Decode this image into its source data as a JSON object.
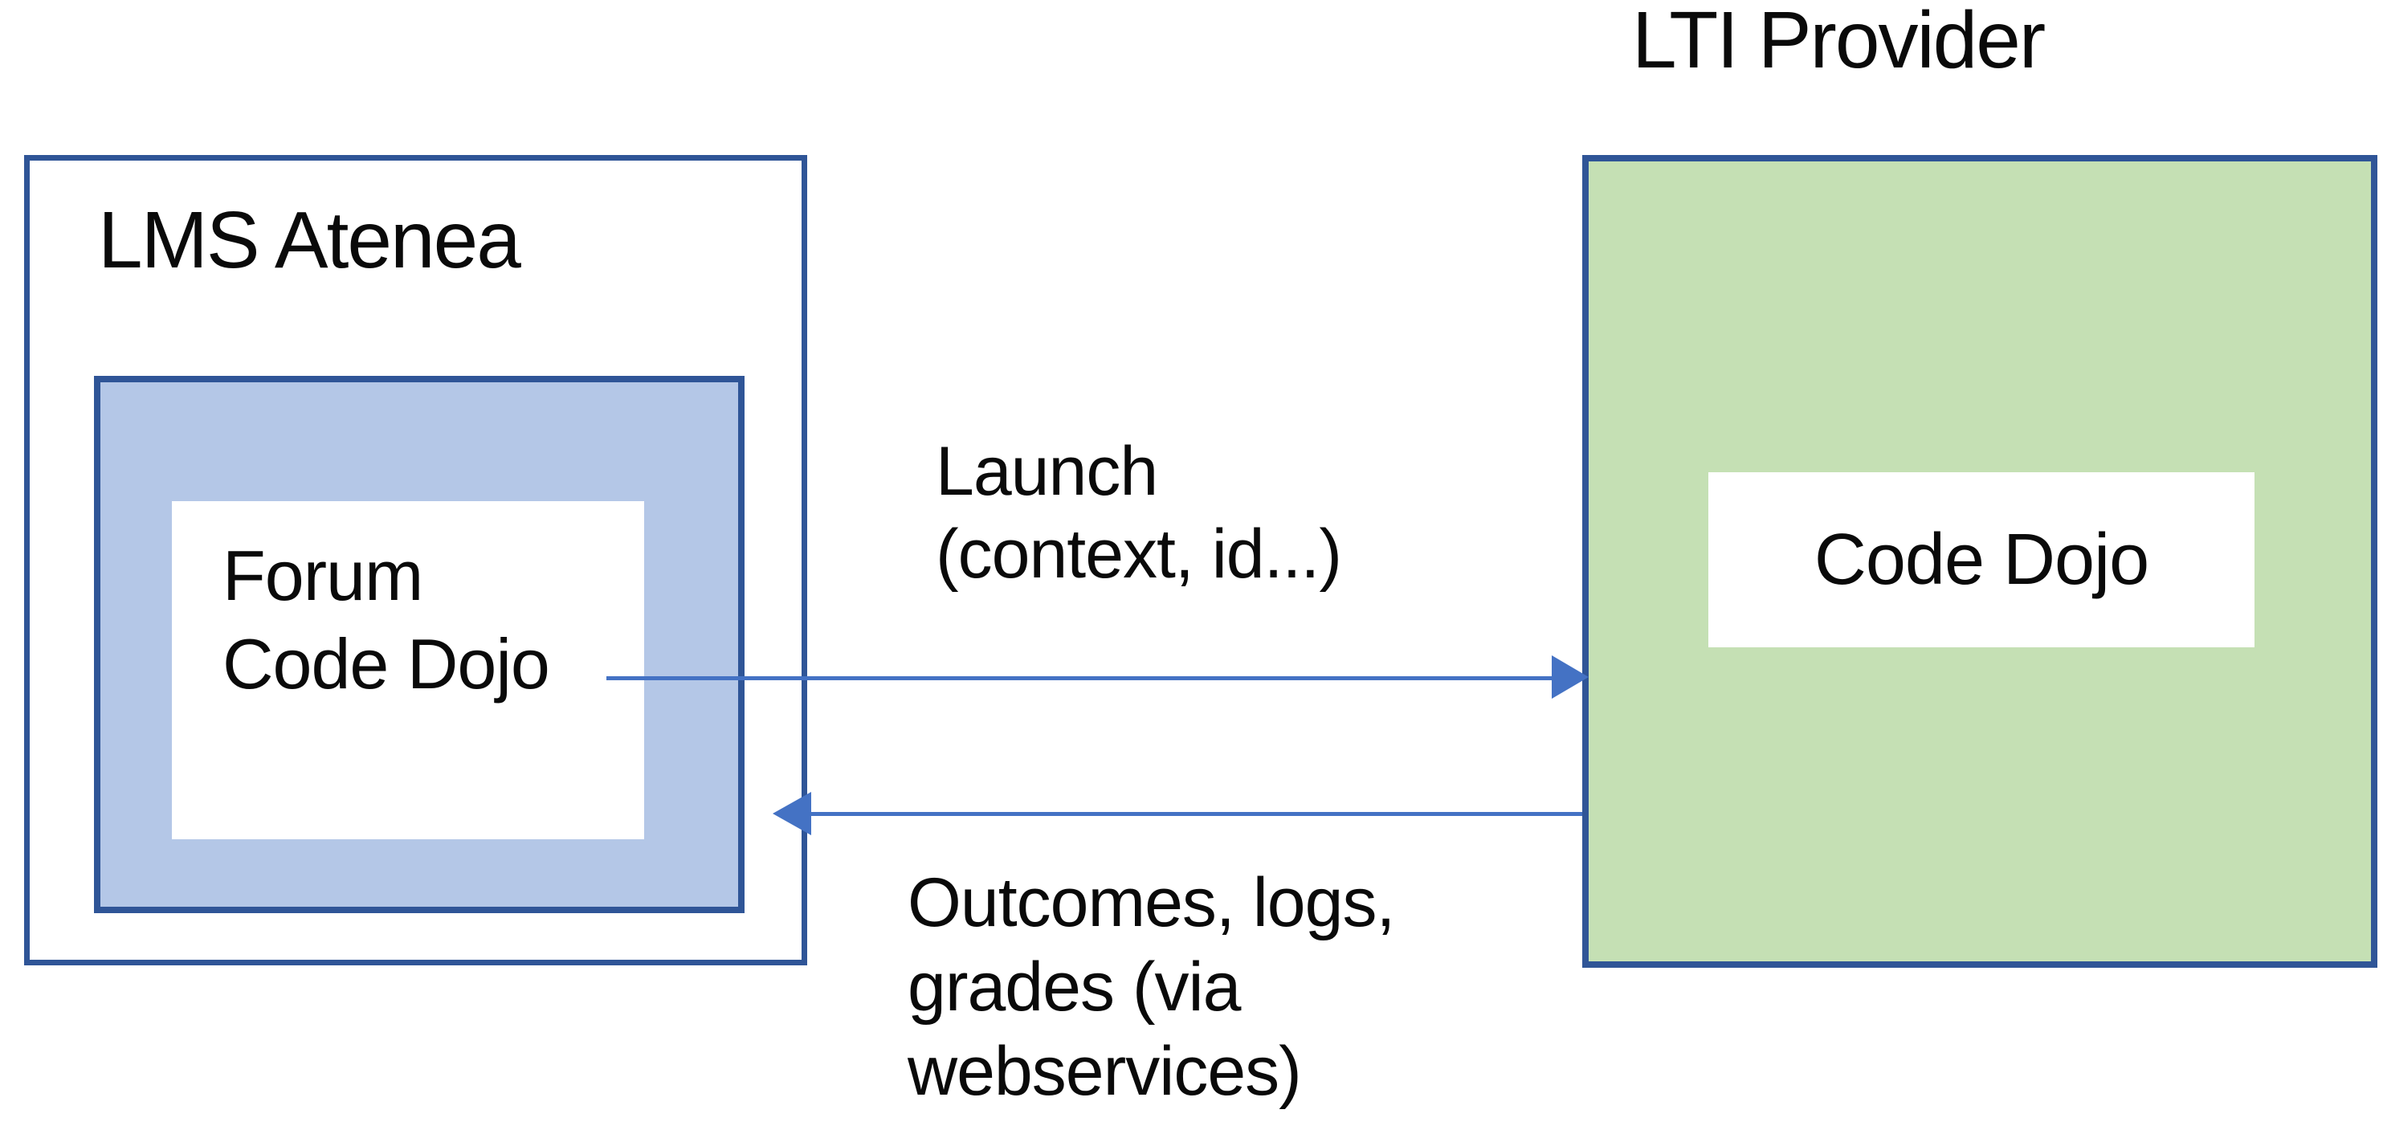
{
  "lms": {
    "label": "LMS Atenea",
    "forum": {
      "line1": "Forum",
      "line2": "Code Dojo"
    }
  },
  "provider": {
    "title": "LTI Provider",
    "box_label": "Code Dojo"
  },
  "arrows": {
    "launch": {
      "direction": "left-to-right",
      "line1": "Launch",
      "line2": "(context, id...)"
    },
    "outcomes": {
      "direction": "right-to-left",
      "line1": "Outcomes, logs,",
      "line2": "grades (via",
      "line3": "webservices)"
    }
  },
  "colors": {
    "border_blue": "#2F5597",
    "fill_light_blue": "#B4C7E7",
    "fill_light_green": "#C5E0B4",
    "arrow_blue": "#4472C4",
    "text": "#0a0a0a",
    "background": "#ffffff"
  }
}
